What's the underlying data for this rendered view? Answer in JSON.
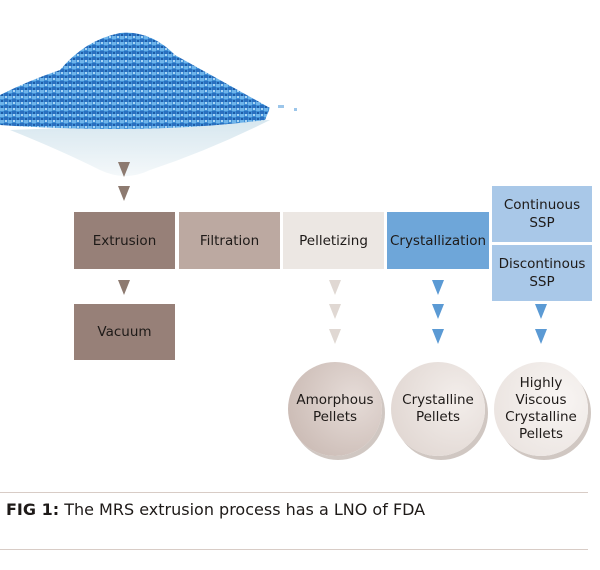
{
  "colors": {
    "extrusion": "#978078",
    "filtration": "#bca9a1",
    "pelletizing": "#ece7e3",
    "crystallization": "#6ea6d9",
    "ssp": "#a9c8e8",
    "arrow_brown": "#8d7a70",
    "arrow_light": "#e0d8d3",
    "arrow_blue": "#5b9ad4"
  },
  "process_steps": [
    {
      "id": "extrusion",
      "label": "Extrusion"
    },
    {
      "id": "filtration",
      "label": "Filtration"
    },
    {
      "id": "pelletizing",
      "label": "Pelletizing"
    },
    {
      "id": "crystallization",
      "label": "Crystallization"
    }
  ],
  "vacuum": {
    "label": "Vacuum"
  },
  "ssp": {
    "continuous": {
      "line1": "Continuous",
      "line2": "SSP"
    },
    "discontinuous": {
      "line1": "Discontinous",
      "line2": "SSP"
    }
  },
  "products": [
    {
      "lines": [
        "Amorphous",
        "Pellets"
      ]
    },
    {
      "lines": [
        "Crystalline",
        "Pellets"
      ]
    },
    {
      "lines": [
        "Highly",
        "Viscous",
        "Crystalline",
        "Pellets"
      ]
    }
  ],
  "caption": {
    "label": "FIG 1:",
    "text": " The MRS extrusion process has a LNO of FDA"
  }
}
